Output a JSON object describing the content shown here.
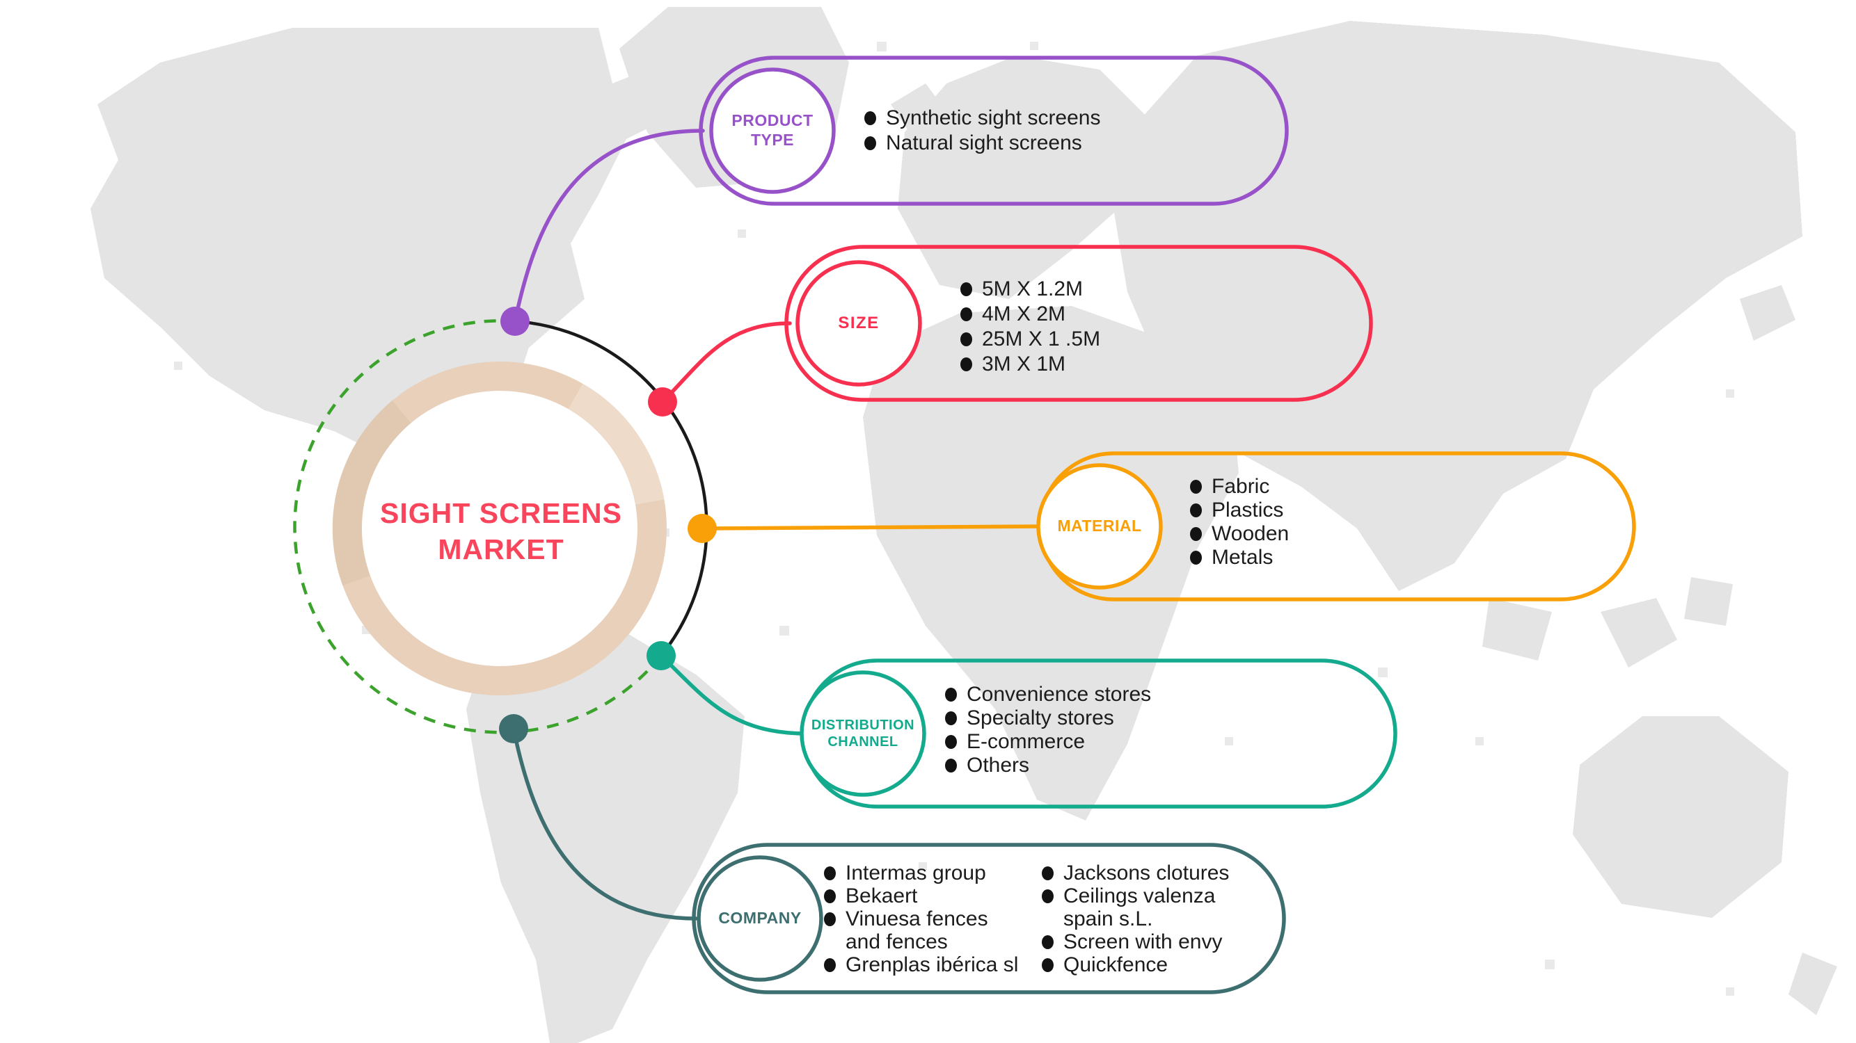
{
  "colors": {
    "purple": "#9852c9",
    "red": "#f7304f",
    "orange": "#f9a008",
    "teal": "#13aa8d",
    "darkteal": "#3d6e70",
    "green": "#3ba32c",
    "arc": "#1a1a1a",
    "title": "#f9455c",
    "ring": "#e8d0ba",
    "map": "#e4e4e4",
    "text": "#1c1c1c"
  },
  "center": {
    "title_line1": "SIGHT SCREENS",
    "title_line2": "MARKET"
  },
  "branches": [
    {
      "label": "PRODUCT TYPE",
      "items": [
        "Synthetic sight screens",
        "Natural sight screens"
      ]
    },
    {
      "label": "SIZE",
      "items": [
        "5M X 1.2M",
        "4M X 2M",
        "25M X 1 .5M",
        "3M X 1M"
      ]
    },
    {
      "label": "MATERIAL",
      "items": [
        "Fabric",
        "Plastics",
        "Wooden",
        "Metals"
      ]
    },
    {
      "label": "DISTRIBUTION CHANNEL",
      "items": [
        "Convenience stores",
        "Specialty stores",
        "E-commerce",
        "Others"
      ]
    },
    {
      "label": "COMPANY",
      "columns": [
        {
          "lines": [
            {
              "text": "Intermas group",
              "bullet": true
            },
            {
              "text": "Bekaert",
              "bullet": true
            },
            {
              "text": "Vinuesa fences",
              "bullet": true
            },
            {
              "text": "and fences",
              "bullet": false
            },
            {
              "text": "Grenplas ibérica sl",
              "bullet": true
            }
          ]
        },
        {
          "lines": [
            {
              "text": "Jacksons clotures",
              "bullet": true
            },
            {
              "text": "Ceilings valenza",
              "bullet": true
            },
            {
              "text": "spain s.L.",
              "bullet": false
            },
            {
              "text": "Screen with envy",
              "bullet": true
            },
            {
              "text": "Quickfence",
              "bullet": true
            }
          ]
        }
      ]
    }
  ]
}
